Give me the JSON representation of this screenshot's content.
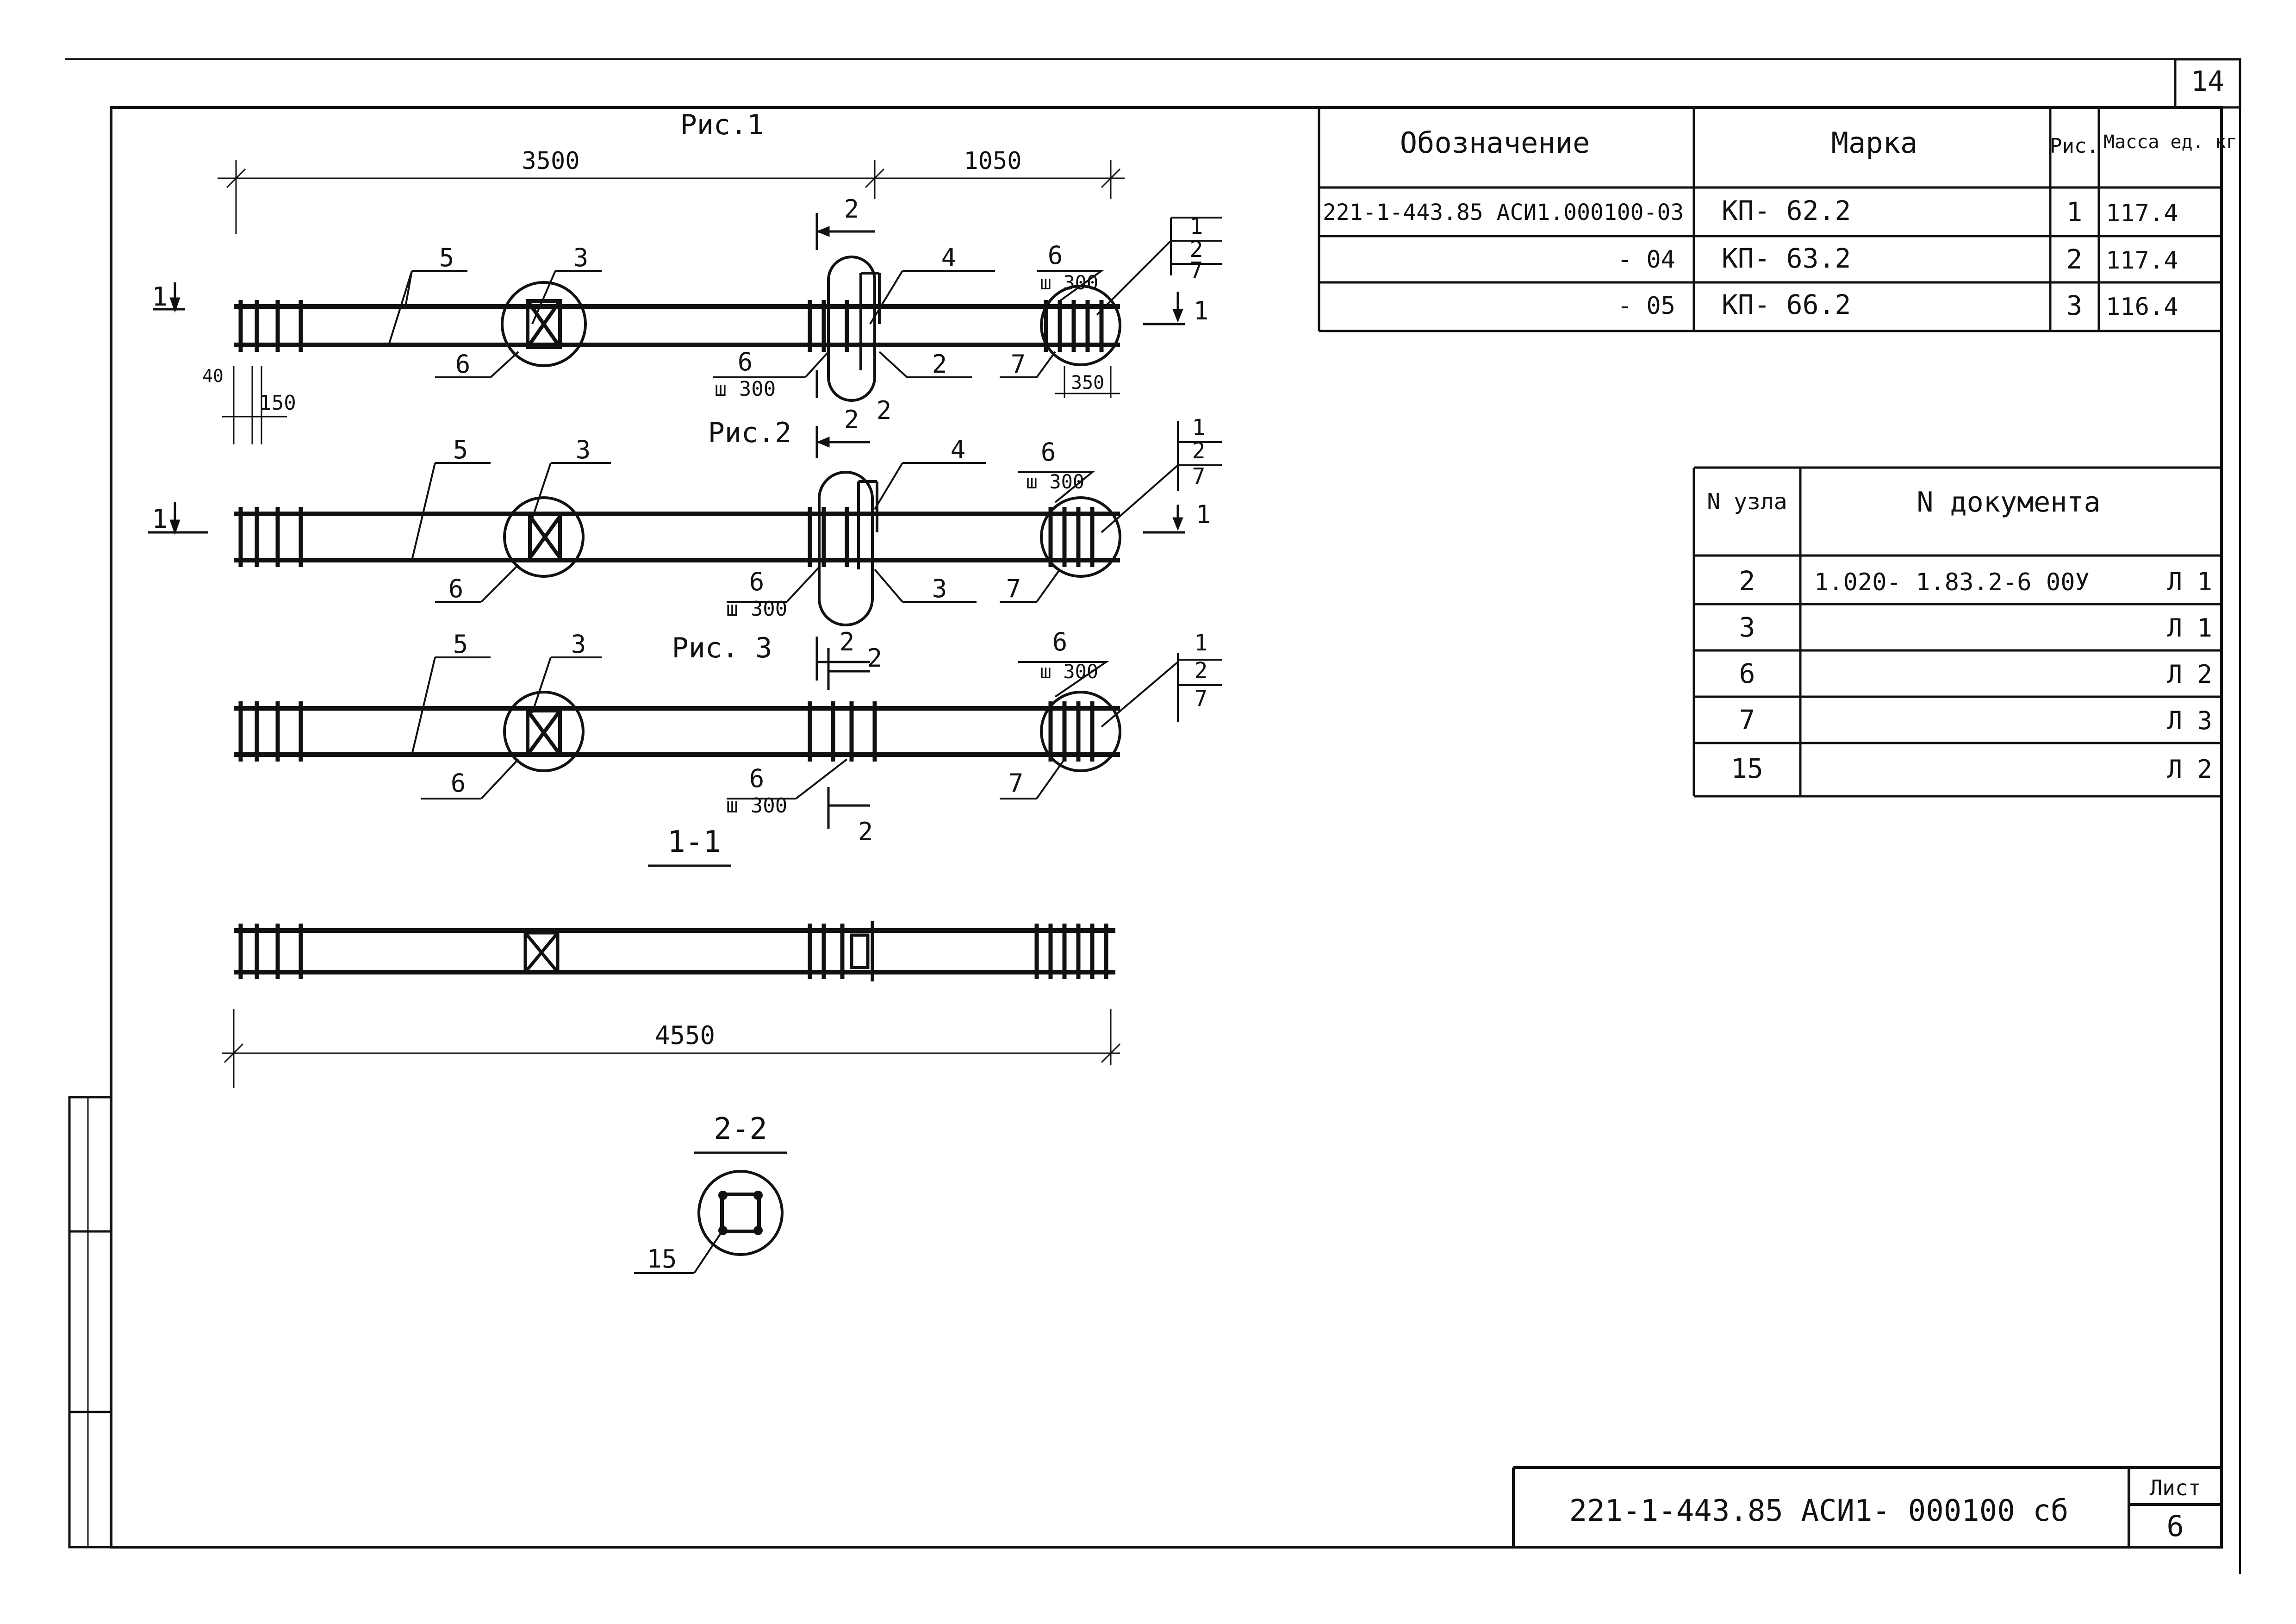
{
  "sheet_corner_number": "14",
  "figures": {
    "fig1_title": "Рис.1",
    "fig2_title": "Рис.2",
    "fig3_title": "Рис. 3",
    "section_1_1": "1-1",
    "section_2_2": "2-2"
  },
  "dimensions": {
    "d3500": "3500",
    "d1050": "1050",
    "d4550": "4550",
    "d40": "40",
    "d150": "150",
    "d350": "350"
  },
  "callouts": {
    "n1": "1",
    "n2": "2",
    "n3": "3",
    "n4": "4",
    "n5": "5",
    "n6": "6",
    "n7": "7",
    "n15": "15",
    "spacing": "ш 300"
  },
  "spec_table": {
    "headers": [
      "Обозначение",
      "Марка",
      "Рис.",
      "Масса ед. кг"
    ],
    "rows": [
      {
        "designation": "221-1-443.85 АСИ1.000100-03",
        "mark": "КП- 62.2",
        "fig": "1",
        "mass": "117.4"
      },
      {
        "designation": "- 04",
        "mark": "КП- 63.2",
        "fig": "2",
        "mass": "117.4"
      },
      {
        "designation": "- 05",
        "mark": "КП- 66.2",
        "fig": "3",
        "mass": "116.4"
      }
    ]
  },
  "node_table": {
    "headers": [
      "N узла",
      "N документа"
    ],
    "rows": [
      {
        "node": "2",
        "doc": "1.020- 1.83.2-6 00У",
        "sheet": "Л 1"
      },
      {
        "node": "3",
        "doc": "",
        "sheet": "Л 1"
      },
      {
        "node": "6",
        "doc": "",
        "sheet": "Л 2"
      },
      {
        "node": "7",
        "doc": "",
        "sheet": "Л 3"
      },
      {
        "node": "15",
        "doc": "",
        "sheet": "Л 2"
      }
    ]
  },
  "title_block": {
    "code": "221-1-443.85 АСИ1- 000100 сб",
    "sheet_label": "Лист",
    "sheet_number": "6"
  }
}
